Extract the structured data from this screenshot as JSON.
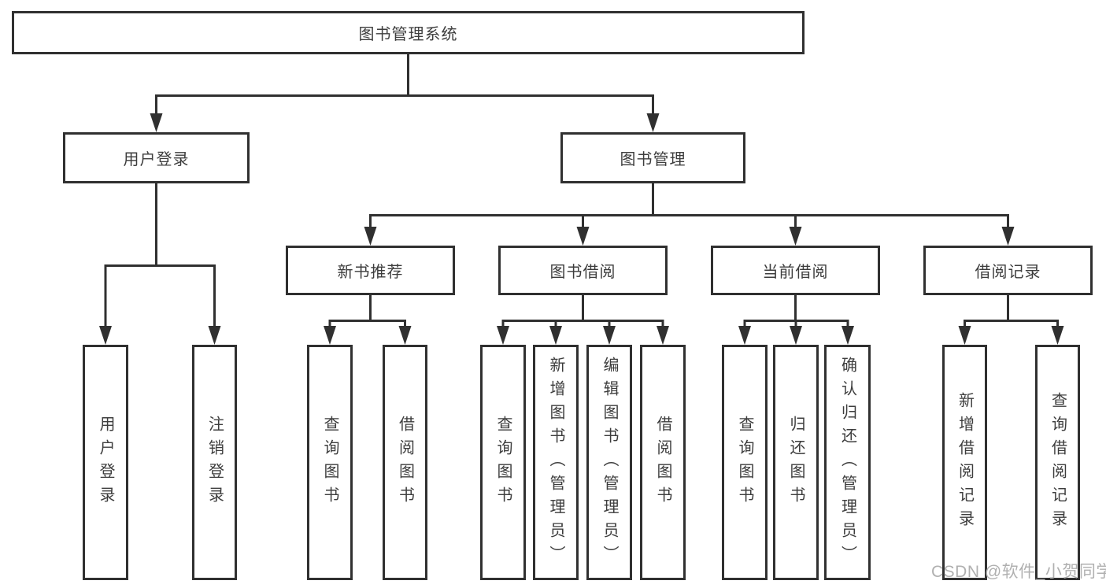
{
  "nodes": {
    "root": "图书管理系统",
    "user_login": "用户登录",
    "book_management": "图书管理",
    "new_book_recommend": "新书推荐",
    "book_borrow": "图书借阅",
    "current_borrow": "当前借阅",
    "borrow_record": "借阅记录",
    "user_login_children": [
      "用户登录",
      "注销登录"
    ],
    "new_book_recommend_children": [
      "查询图书",
      "借阅图书"
    ],
    "book_borrow_children": [
      "查询图书",
      "新增图书（管理员）",
      "编辑图书（管理员）",
      "借阅图书"
    ],
    "current_borrow_children": [
      "查询图书",
      "归还图书",
      "确认归还（管理员）"
    ],
    "borrow_record_children": [
      "新增借阅记录",
      "查询借阅记录"
    ]
  },
  "watermark": "CSDN @软件_小贺同学",
  "colors": {
    "line": "#303030",
    "text": "#3d3d3d",
    "watermark": "#b0b0b0",
    "background": "#ffffff"
  }
}
